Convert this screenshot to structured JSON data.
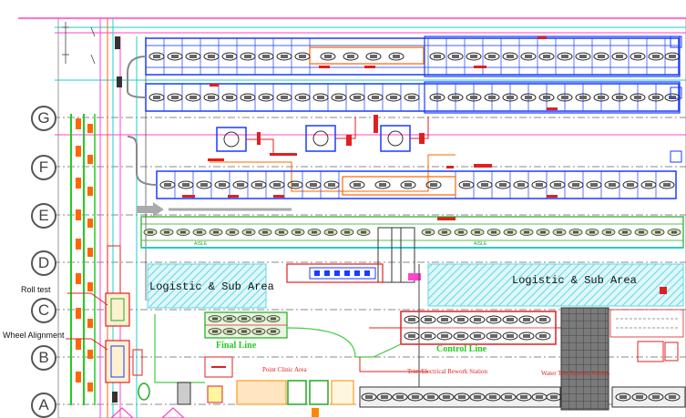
{
  "grid_lines": [
    "G",
    "F",
    "E",
    "D",
    "C",
    "B",
    "A"
  ],
  "areas": {
    "logistic_left": "Logistic & Sub Area",
    "logistic_right": "Logistic & Sub Area",
    "final_line": "Final Line",
    "control_line": "Control Line",
    "point_clinic": "Point Clinic Area",
    "trim_rework": "Trim/Electrical Rework Station",
    "water_rework": "Water Test Rework Station",
    "aisle_1": "AISLE",
    "aisle_2": "AISLE"
  },
  "callouts": {
    "roll_test": "Roll test",
    "wheel_alignment": "Wheel Alignment"
  },
  "colors": {
    "station_blue": "#1a3cff",
    "station_red": "#e02020",
    "grid_green": "#22cc22",
    "pink_line": "#ff44cc",
    "cyan_line": "#22cccc",
    "orange_block": "#ff6600",
    "hatch_cyan": "#66e0e8",
    "dark_booth": "#666666"
  }
}
